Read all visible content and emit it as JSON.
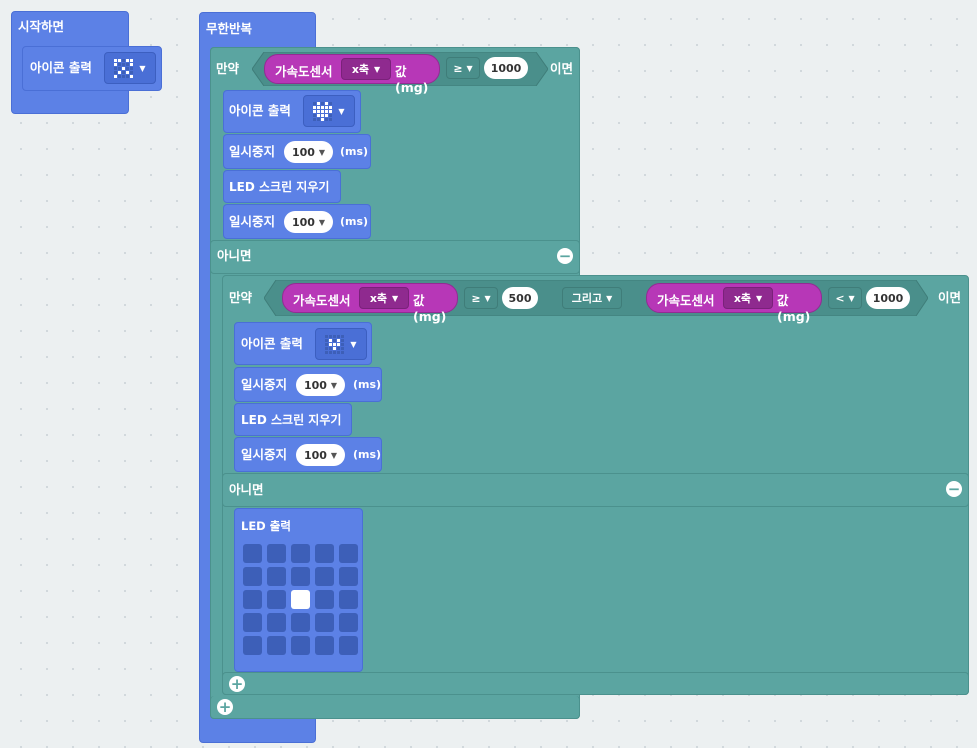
{
  "colors": {
    "basic": "#5c81e6",
    "logic": "#5ba5a1",
    "sensor": "#b737b7",
    "background": "#ecf0f1"
  },
  "start_block": {
    "label": "시작하면",
    "show_icon_label": "아이콘 출력",
    "icon": "dropdown-icon-sad"
  },
  "forever_block": {
    "label": "무한반복"
  },
  "if1": {
    "if_label": "만약",
    "sensor_label": "가속도센서",
    "axis": "x축",
    "value_label": "값(mg)",
    "op": "≥",
    "threshold": "1000",
    "then_label": "이면"
  },
  "then1": {
    "show_icon_label": "아이콘 출력",
    "icon": "heart",
    "pause1_label": "일시중지",
    "pause1_value": "100",
    "pause1_unit": "(ms)",
    "clear_label": "LED 스크린 지우기",
    "pause2_label": "일시중지",
    "pause2_value": "100",
    "pause2_unit": "(ms)"
  },
  "else1": {
    "label": "아니면"
  },
  "if2": {
    "if_label": "만약",
    "sensor1_label": "가속도센서",
    "axis1": "x축",
    "value1_label": "값(mg)",
    "op1": "≥",
    "threshold1": "500",
    "and_label": "그리고",
    "sensor2_label": "가속도센서",
    "axis2": "x축",
    "value2_label": "값(mg)",
    "op2": "<",
    "threshold2": "1000",
    "then_label": "이면"
  },
  "then2": {
    "show_icon_label": "아이콘 출력",
    "icon": "small-heart",
    "pause1_label": "일시중지",
    "pause1_value": "100",
    "pause1_unit": "(ms)",
    "clear_label": "LED 스크린 지우기",
    "pause2_label": "일시중지",
    "pause2_value": "100",
    "pause2_unit": "(ms)"
  },
  "else2": {
    "label": "아니면"
  },
  "led_block": {
    "label": "LED 출력",
    "leds": [
      [
        0,
        0,
        0,
        0,
        0
      ],
      [
        0,
        0,
        0,
        0,
        0
      ],
      [
        0,
        0,
        1,
        0,
        0
      ],
      [
        0,
        0,
        0,
        0,
        0
      ],
      [
        0,
        0,
        0,
        0,
        0
      ]
    ]
  },
  "icons": {
    "add": "plus-circle-icon",
    "remove": "minus-circle-icon",
    "dropdown": "caret-down-icon"
  }
}
